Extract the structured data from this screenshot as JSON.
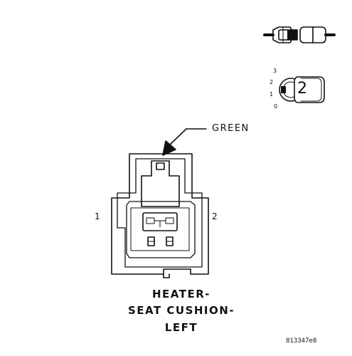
{
  "connector": {
    "wire_color_label": "GREEN",
    "pin_left_label": "1",
    "pin_right_label": "2"
  },
  "title": {
    "line1": "HEATER-",
    "line2": "SEAT CUSHION-",
    "line3": "LEFT"
  },
  "cavity_indicator": {
    "position_numbers": [
      "3",
      "2",
      "1",
      "0"
    ],
    "cavity_count": "2"
  },
  "figure_number": "813347e8",
  "colors": {
    "line": "#111111",
    "background": "#ffffff"
  },
  "icons": {
    "connector_side": "connector-side-view-icon",
    "cavity_selector": "cavity-selector-icon"
  }
}
